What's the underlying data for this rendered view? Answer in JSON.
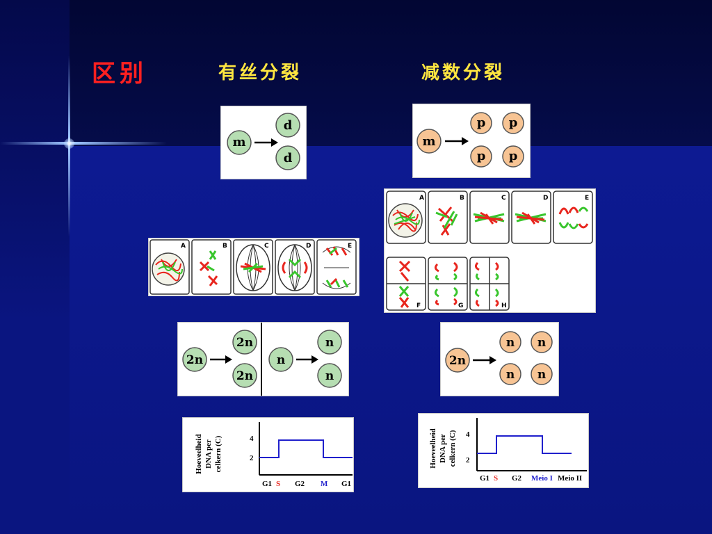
{
  "slide": {
    "title": "区别",
    "col_mitosis": "有丝分裂",
    "col_meiosis": "减数分裂"
  },
  "mitosis_cells": {
    "parent": "m",
    "child_top": "d",
    "child_bottom": "d"
  },
  "meiosis_cells": {
    "parent": "m",
    "children": [
      "p",
      "p",
      "p",
      "p"
    ]
  },
  "mitosis_stages": [
    "A",
    "B",
    "C",
    "D",
    "E"
  ],
  "meiosis_stages": [
    "A",
    "B",
    "C",
    "D",
    "E",
    "F",
    "G",
    "H"
  ],
  "mitosis_ploidy": {
    "parent": "2n",
    "children": [
      "2n",
      "2n"
    ],
    "parent_n": "n",
    "children_n": [
      "n",
      "n"
    ]
  },
  "meiosis_ploidy": {
    "parent": "2n",
    "children": [
      "n",
      "n",
      "n",
      "n"
    ]
  },
  "graph_mitosis": {
    "ylabel_lines": [
      "Hoeveelheid",
      "DNA per",
      "celkern (C)"
    ],
    "y_ticks": [
      "4",
      "2"
    ],
    "phases": [
      "G1",
      "S",
      "G2",
      "M",
      "G1"
    ]
  },
  "graph_meiosis": {
    "ylabel_lines": [
      "Hoeveelheid",
      "DNA per",
      "celkern (C)"
    ],
    "y_ticks": [
      "4",
      "2"
    ],
    "phases": [
      "G1",
      "S",
      "G2",
      "Meio I",
      "Meio II"
    ]
  },
  "colors": {
    "cell_green": "#b6deb2",
    "cell_orange": "#f7c494",
    "title_red": "#ff2020",
    "header_yellow": "#ffe640",
    "chromo_red": "#e8261e",
    "chromo_green": "#38c52c",
    "graph_line": "#2020cc"
  }
}
